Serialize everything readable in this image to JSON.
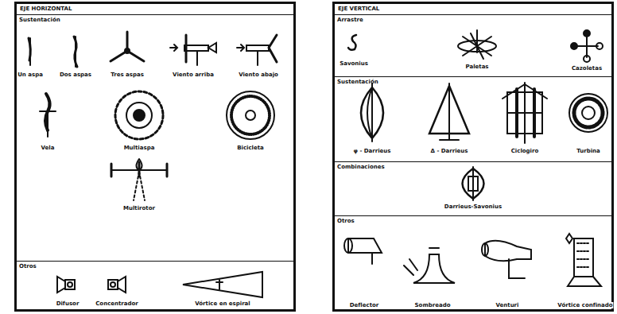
{
  "diagram": {
    "nodes": [
      {
        "text": [
          "EJE HORIZONTAL"
        ]
      },
      {
        "text": [
          "Sustentación"
        ],
        "in": 0
      },
      {
        "text": [
          "Otros"
        ],
        "in": 0
      },
      {
        "text": [
          "EJE VERTICAL"
        ]
      },
      {
        "text": [
          "Arrastre"
        ],
        "in": 3
      },
      {
        "text": [
          "Sustentación"
        ],
        "in": 3
      },
      {
        "text": [
          "Combinaciones"
        ],
        "in": 3
      },
      {
        "text": [
          "Otros"
        ],
        "in": 3
      }
    ],
    "labels": [
      "Un aspa",
      "Dos aspas",
      "Tres aspas",
      "Viento arriba",
      "Viento abajo",
      "Vela",
      "Multiaspa",
      "Bicicleta",
      "Multirotor",
      "Difusor",
      "Concentrador",
      "Vórtice en espiral",
      "Savonius",
      "Paletas",
      "Cazoletas",
      "φ - Darrieus",
      "Δ - Darrieus",
      "Ciclogiro",
      "Turbina",
      "Darrieus-Savonius",
      "Deflector",
      "Sombreado",
      "Venturi",
      "Vórtice confinado"
    ]
  }
}
